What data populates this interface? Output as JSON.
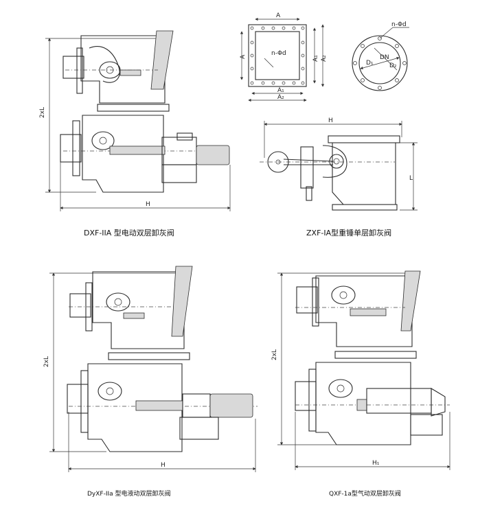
{
  "captions": {
    "dxf": "DXF-IIA 型电动双层卸灰阀",
    "zxf": "ZXF-IA型重锤单层卸灰阀",
    "dyxf": "DyXF-IIa 型电液动双层卸灰阀",
    "qxf": "QXF-1a型气动双层卸灰阀"
  },
  "dims": {
    "A": "A",
    "A1": "A₁",
    "A2": "A₂",
    "nd": "n-Φd",
    "DN": "DN",
    "D1": "D₁",
    "D2": "D₂",
    "twoL": "2xL",
    "H": "H",
    "L": "L",
    "H1": "H₁"
  }
}
